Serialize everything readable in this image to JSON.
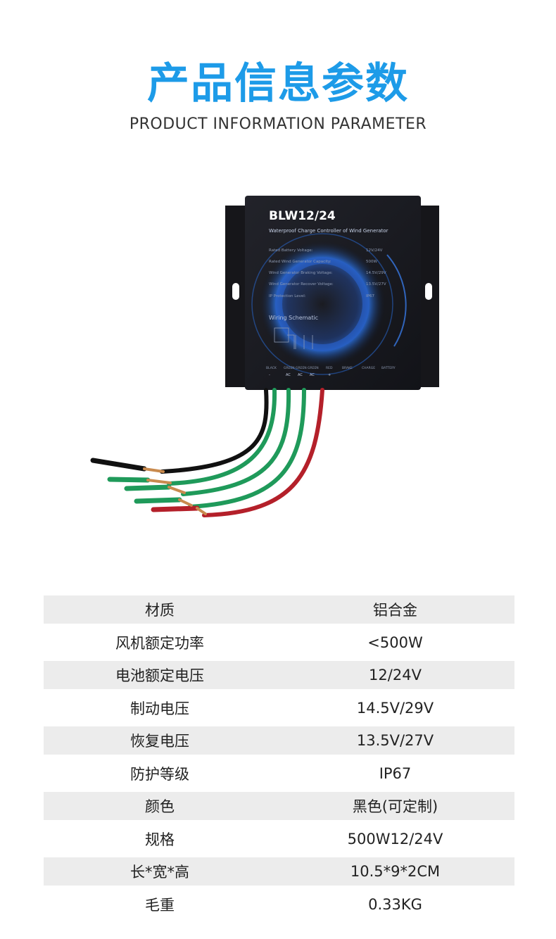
{
  "header": {
    "title": "产品信息参数",
    "subtitle": "PRODUCT INFORMATION PARAMETER"
  },
  "product_label": {
    "model": "BLW12/24",
    "subtitle": "Waterproof Charge Controller of Wind Generator",
    "specs": [
      {
        "label": "Rated Battery Voltage:",
        "value": "12V/24V"
      },
      {
        "label": "Rated Wind Generator Capacity:",
        "value": "500W"
      },
      {
        "label": "Wind Generator Braking Voltage:",
        "value": "14.5V/29V"
      },
      {
        "label": "Wind Generator Recover Voltage:",
        "value": "13.5V/27V"
      },
      {
        "label": "IP Protection Level:",
        "value": "IP67"
      }
    ],
    "wiring_title": "Wiring Schematic",
    "terminals": [
      "BLACK",
      "GREEN",
      "GREEN",
      "GREEN",
      "RED",
      "BRAKE",
      "CHARGE",
      "BATTERY"
    ],
    "terminal_marks": [
      "-",
      "AC",
      "AC",
      "AC",
      "+"
    ]
  },
  "spec_table": [
    {
      "key": "材质",
      "value": "铝合金"
    },
    {
      "key": "风机额定功率",
      "value": "<500W"
    },
    {
      "key": "电池额定电压",
      "value": "12/24V"
    },
    {
      "key": "制动电压",
      "value": "14.5V/29V"
    },
    {
      "key": "恢复电压",
      "value": "13.5V/27V"
    },
    {
      "key": "防护等级",
      "value": "IP67"
    },
    {
      "key": "颜色",
      "value": "黑色(可定制)"
    },
    {
      "key": "规格",
      "value": "500W12/24V"
    },
    {
      "key": "长*宽*高",
      "value": "10.5*9*2CM"
    },
    {
      "key": "毛重",
      "value": "0.33KG"
    }
  ],
  "colors": {
    "title": "#1d9be8",
    "row_shade": "#ececec",
    "device_body": "#1a1a1e",
    "wire_black": "#111111",
    "wire_green": "#1f9a5a",
    "wire_red": "#b4202a"
  }
}
